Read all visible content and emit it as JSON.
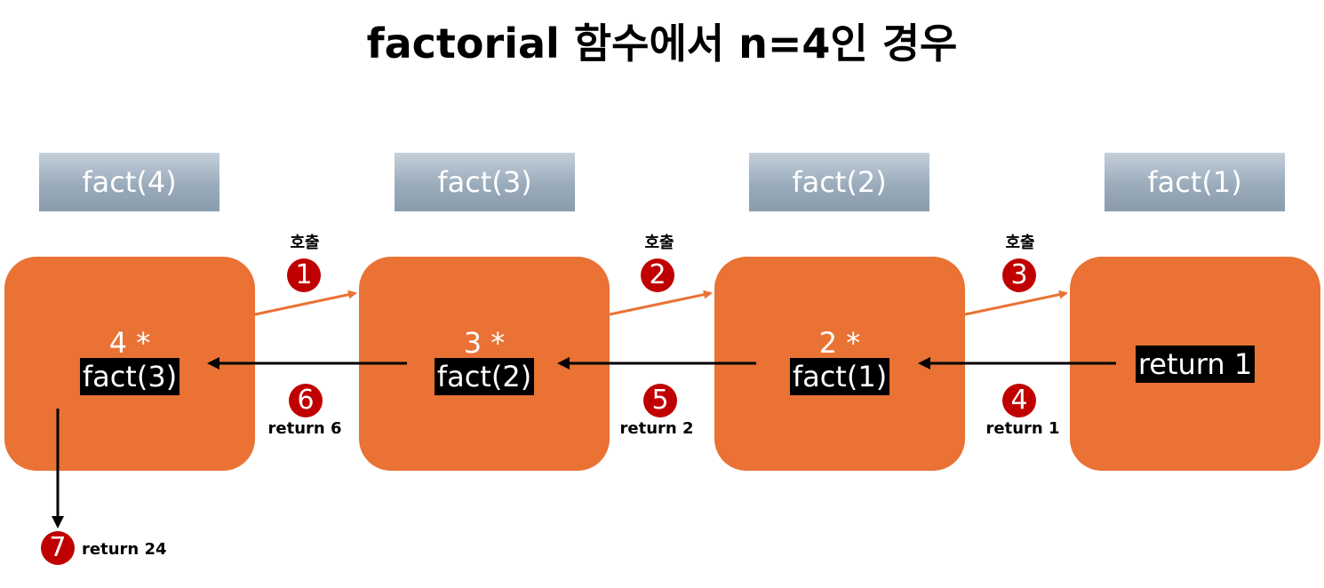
{
  "title": "factorial 함수에서 n=4인 경우",
  "labels": [
    "fact(4)",
    "fact(3)",
    "fact(2)",
    "fact(1)"
  ],
  "nodes": [
    {
      "top": "4 *",
      "bottom": "fact(3)"
    },
    {
      "top": "3 *",
      "bottom": "fact(2)"
    },
    {
      "top": "2 *",
      "bottom": "fact(1)"
    },
    {
      "return_text": "return 1"
    }
  ],
  "calls": [
    {
      "label": "호출",
      "step": "1"
    },
    {
      "label": "호출",
      "step": "2"
    },
    {
      "label": "호출",
      "step": "3"
    }
  ],
  "returns": [
    {
      "step": "6",
      "label": "return 6"
    },
    {
      "step": "5",
      "label": "return 2"
    },
    {
      "step": "4",
      "label": "return 1"
    }
  ],
  "final": {
    "step": "7",
    "label": "return 24"
  },
  "colors": {
    "node": "#e97234",
    "call_arrow": "#e97234",
    "return_arrow": "#000000",
    "step_circle": "#c00000",
    "label_box": "#8a9cad"
  }
}
